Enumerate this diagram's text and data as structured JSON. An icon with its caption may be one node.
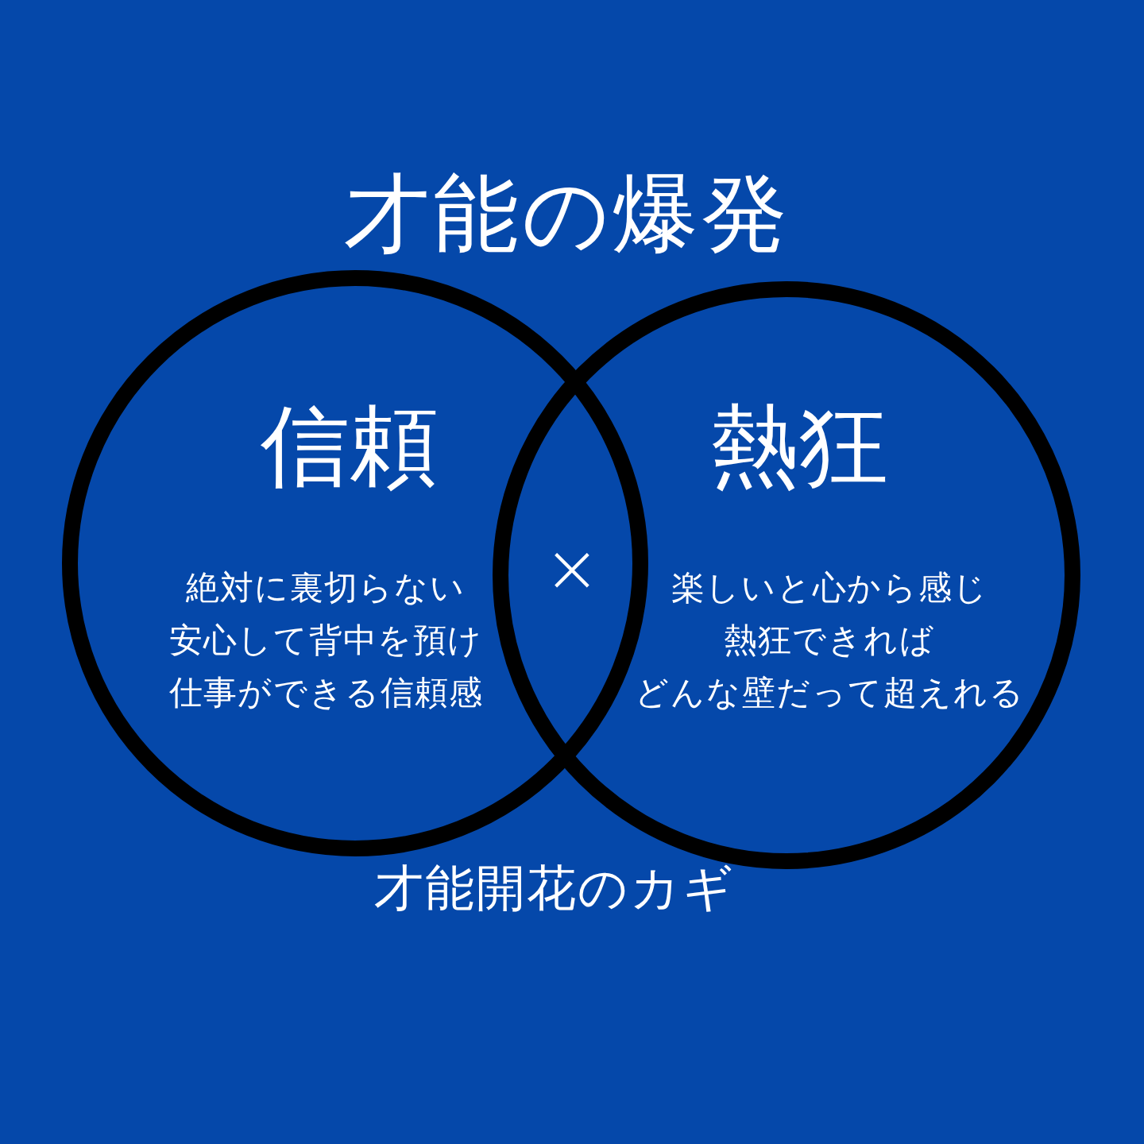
{
  "diagram": {
    "title": "才能の爆発",
    "nodes": [
      {
        "text": [
          "信頼",
          "絶対に裏切らない安心して背中を預け仕事ができる信頼感"
        ]
      },
      {
        "text": [
          "熱狂",
          "楽しいと心から感じ熱狂できればどんな壁だって超えれる"
        ]
      }
    ],
    "edges": [],
    "labels": [
      "×"
    ],
    "caption": "才能開花のカギ"
  }
}
